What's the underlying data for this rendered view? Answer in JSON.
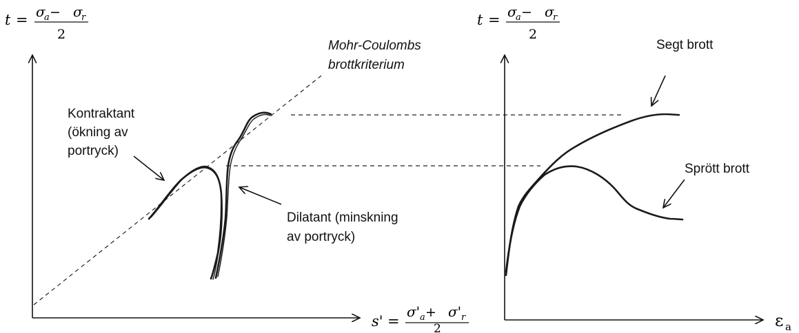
{
  "left_diagram": {
    "y_axis_label": {
      "var": "t",
      "eq": "=",
      "num": "σ",
      "num_sub_a": "a",
      "minus": " − ",
      "num2": "σ",
      "num_sub_r": "r",
      "den": "2"
    },
    "x_axis_label": {
      "var": "s'",
      "eq": "=",
      "num_a": "σ'",
      "sub_a": "a",
      "plus": " + ",
      "num_r": "σ'",
      "sub_r": "r",
      "den": "2"
    },
    "criterion_label_line1": "Mohr-Coulombs",
    "criterion_label_line2": "brottkriterium",
    "contractant_line1": "Kontraktant",
    "contractant_line2": "(ökning av",
    "contractant_line3": "portryck)",
    "dilatant_line1": "Dilatant (minskning",
    "dilatant_line2": "av portryck)"
  },
  "right_diagram": {
    "y_axis_label": {
      "var": "t",
      "eq": "=",
      "num": "σ",
      "num_sub_a": "a",
      "minus": " − ",
      "num2": "σ",
      "num_sub_r": "r",
      "den": "2"
    },
    "x_axis_label": {
      "var": "ε",
      "sub": "a"
    },
    "ductile_label": "Segt brott",
    "brittle_label": "Sprött brott"
  }
}
